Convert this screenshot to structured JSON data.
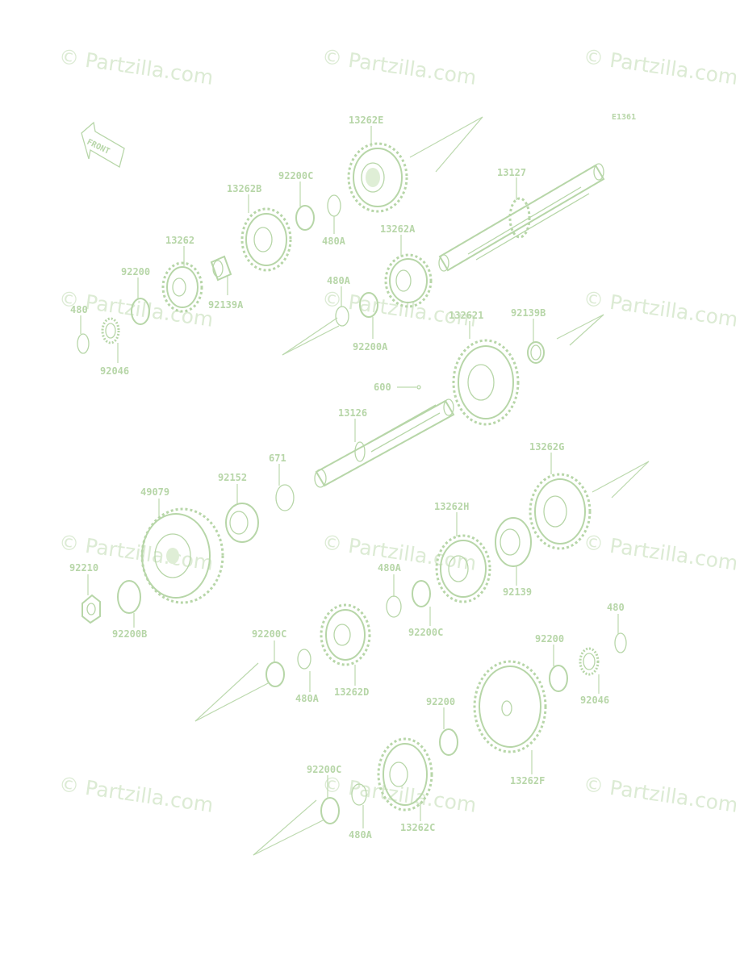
{
  "diagram": {
    "code": "E1361",
    "front_label": "FRONT",
    "watermark": "© Partzilla.com",
    "colors": {
      "line": "#b7d6a8",
      "watermark": "#dcebd4"
    },
    "parts": [
      {
        "key": "p13262E",
        "label": "13262E"
      },
      {
        "key": "p92200C_top",
        "label": "92200C"
      },
      {
        "key": "p13262B",
        "label": "13262B"
      },
      {
        "key": "p13127",
        "label": "13127"
      },
      {
        "key": "p480A_top",
        "label": "480A"
      },
      {
        "key": "p13262A",
        "label": "13262A"
      },
      {
        "key": "p13262",
        "label": "13262"
      },
      {
        "key": "p92200_top",
        "label": "92200"
      },
      {
        "key": "p92139A",
        "label": "92139A"
      },
      {
        "key": "p480A_mid",
        "label": "480A"
      },
      {
        "key": "p480_top",
        "label": "480"
      },
      {
        "key": "p132621",
        "label": "132621"
      },
      {
        "key": "p92139B",
        "label": "92139B"
      },
      {
        "key": "p92200A",
        "label": "92200A"
      },
      {
        "key": "p92046_top",
        "label": "92046"
      },
      {
        "key": "p600",
        "label": "600"
      },
      {
        "key": "p13126",
        "label": "13126"
      },
      {
        "key": "p13262G",
        "label": "13262G"
      },
      {
        "key": "p671",
        "label": "671"
      },
      {
        "key": "p92152",
        "label": "92152"
      },
      {
        "key": "p49079",
        "label": "49079"
      },
      {
        "key": "p13262H",
        "label": "13262H"
      },
      {
        "key": "p92210",
        "label": "92210"
      },
      {
        "key": "p480A_low",
        "label": "480A"
      },
      {
        "key": "p92200C_low",
        "label": "92200C"
      },
      {
        "key": "p92139",
        "label": "92139"
      },
      {
        "key": "p92200B",
        "label": "92200B"
      },
      {
        "key": "p480_low",
        "label": "480"
      },
      {
        "key": "p92200C_mid",
        "label": "92200C"
      },
      {
        "key": "p92200_low",
        "label": "92200"
      },
      {
        "key": "p480A_low2",
        "label": "480A"
      },
      {
        "key": "p13262D",
        "label": "13262D"
      },
      {
        "key": "p92046_low",
        "label": "92046"
      },
      {
        "key": "p92200_bot",
        "label": "92200"
      },
      {
        "key": "p13262F",
        "label": "13262F"
      },
      {
        "key": "p92200C_bot",
        "label": "92200C"
      },
      {
        "key": "p480A_bot",
        "label": "480A"
      },
      {
        "key": "p13262C",
        "label": "13262C"
      }
    ]
  }
}
